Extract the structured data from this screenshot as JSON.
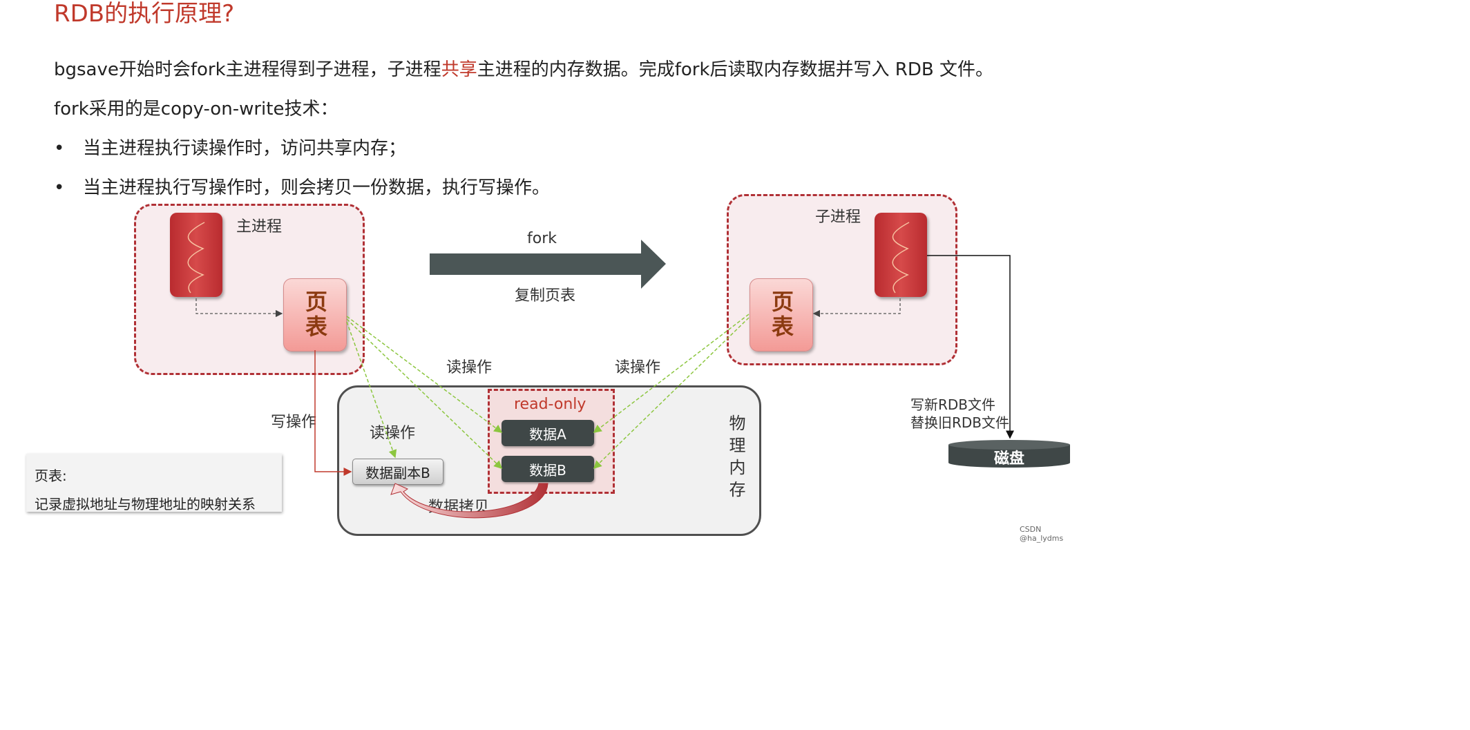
{
  "title": "RDB的执行原理?",
  "para1": {
    "before": "bgsave开始时会fork主进程得到子进程，子进程",
    "highlight": "共享",
    "after": "主进程的内存数据。完成fork后读取内存数据并写入 RDB 文件。"
  },
  "para2": "fork采用的是copy-on-write技术：",
  "bullets": [
    "当主进程执行读操作时，访问共享内存；",
    "当主进程执行写操作时，则会拷贝一份数据，执行写操作。"
  ],
  "bullet_symbol": "•",
  "diagram": {
    "main_process_label": "主进程",
    "child_process_label": "子进程",
    "page_table_label": "页表",
    "fork_label": "fork",
    "copy_page_table_label": "复制页表",
    "read_op_label": "读操作",
    "write_op_label": "写操作",
    "read_only_label": "read-only",
    "data_a": "数据A",
    "data_b": "数据B",
    "data_copy_b": "数据副本B",
    "data_copy_label": "数据拷贝",
    "physical_memory_label": "物理内存",
    "write_rdb_line1": "写新RDB文件",
    "write_rdb_line2": "替换旧RDB文件",
    "disk_label": "磁盘"
  },
  "note": {
    "title": "页表:",
    "body": "记录虚拟地址与物理地址的映射关系"
  },
  "watermark": "CSDN @ha_lydms",
  "colors": {
    "accent_red": "#c0392b",
    "dashed_border": "#b03035",
    "read_arrow_green": "#8cc63f",
    "write_arrow_red": "#c0392b",
    "dark_block": "#3f4747"
  }
}
